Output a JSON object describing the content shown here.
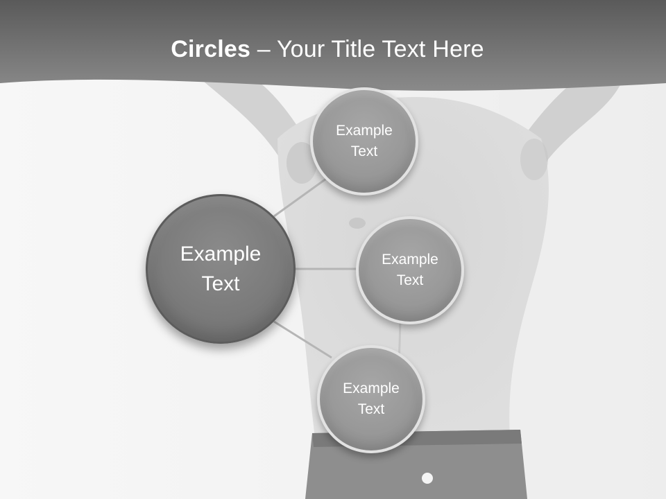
{
  "slide": {
    "title_bold": "Circles",
    "title_rest": " – Your Title Text Here"
  },
  "diagram": {
    "center": {
      "label": "Example Text"
    },
    "nodes": [
      {
        "label": "Example Text"
      },
      {
        "label": "Example Text"
      },
      {
        "label": "Example Text"
      }
    ]
  },
  "colors": {
    "header": "#6f6f6f",
    "center_circle": "#7c7c7c",
    "node_circle": "#9b9b9b",
    "connector": "#b5b5b5"
  }
}
